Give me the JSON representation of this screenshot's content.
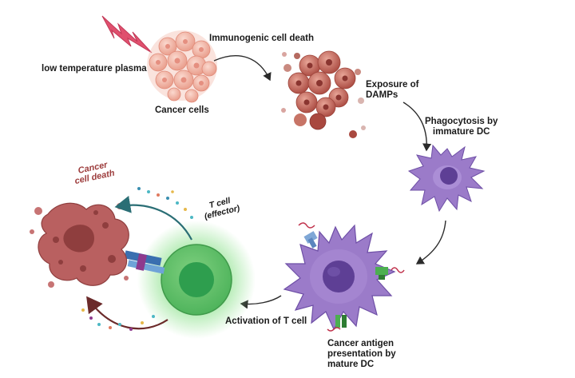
{
  "labels": {
    "plasma": "low temperature plasma",
    "cancer_cells": "Cancer cells",
    "icd": "Immunogenic cell death",
    "damps_line1": "Exposure of",
    "damps_line2": "DAMPs",
    "phago_line1": "Phagocytosis  by",
    "phago_line2": "immature  DC",
    "antigen_line1": "Cancer antigen",
    "antigen_line2": "presentation by",
    "antigen_line3": "mature DC",
    "activation": "Activation of T cell",
    "tcell_line1": "T cell",
    "tcell_line2": "(effector)",
    "death_line1": "Cancer",
    "death_line2": "cell death"
  },
  "colors": {
    "lightning": "#e0506e",
    "cancer_pink": "#f2b8a8",
    "damp_brown": "#b85a4e",
    "dc_purple": "#9b7bc9",
    "dc_nucleus": "#5e3f95",
    "tcell_green": "#2e9e4e",
    "tcell_glow": "#8fe28f",
    "dead_cell": "#b96060",
    "arrow": "#2b2b2b",
    "teal_arrow": "#2a6e75",
    "maroon_arrow": "#6b2a2a"
  },
  "icons": [
    "lightning-icon",
    "cancer-cell-cluster",
    "damp-cluster",
    "immature-dc",
    "mature-dc",
    "t-cell",
    "dead-cancer-cell",
    "receptor-icon"
  ]
}
